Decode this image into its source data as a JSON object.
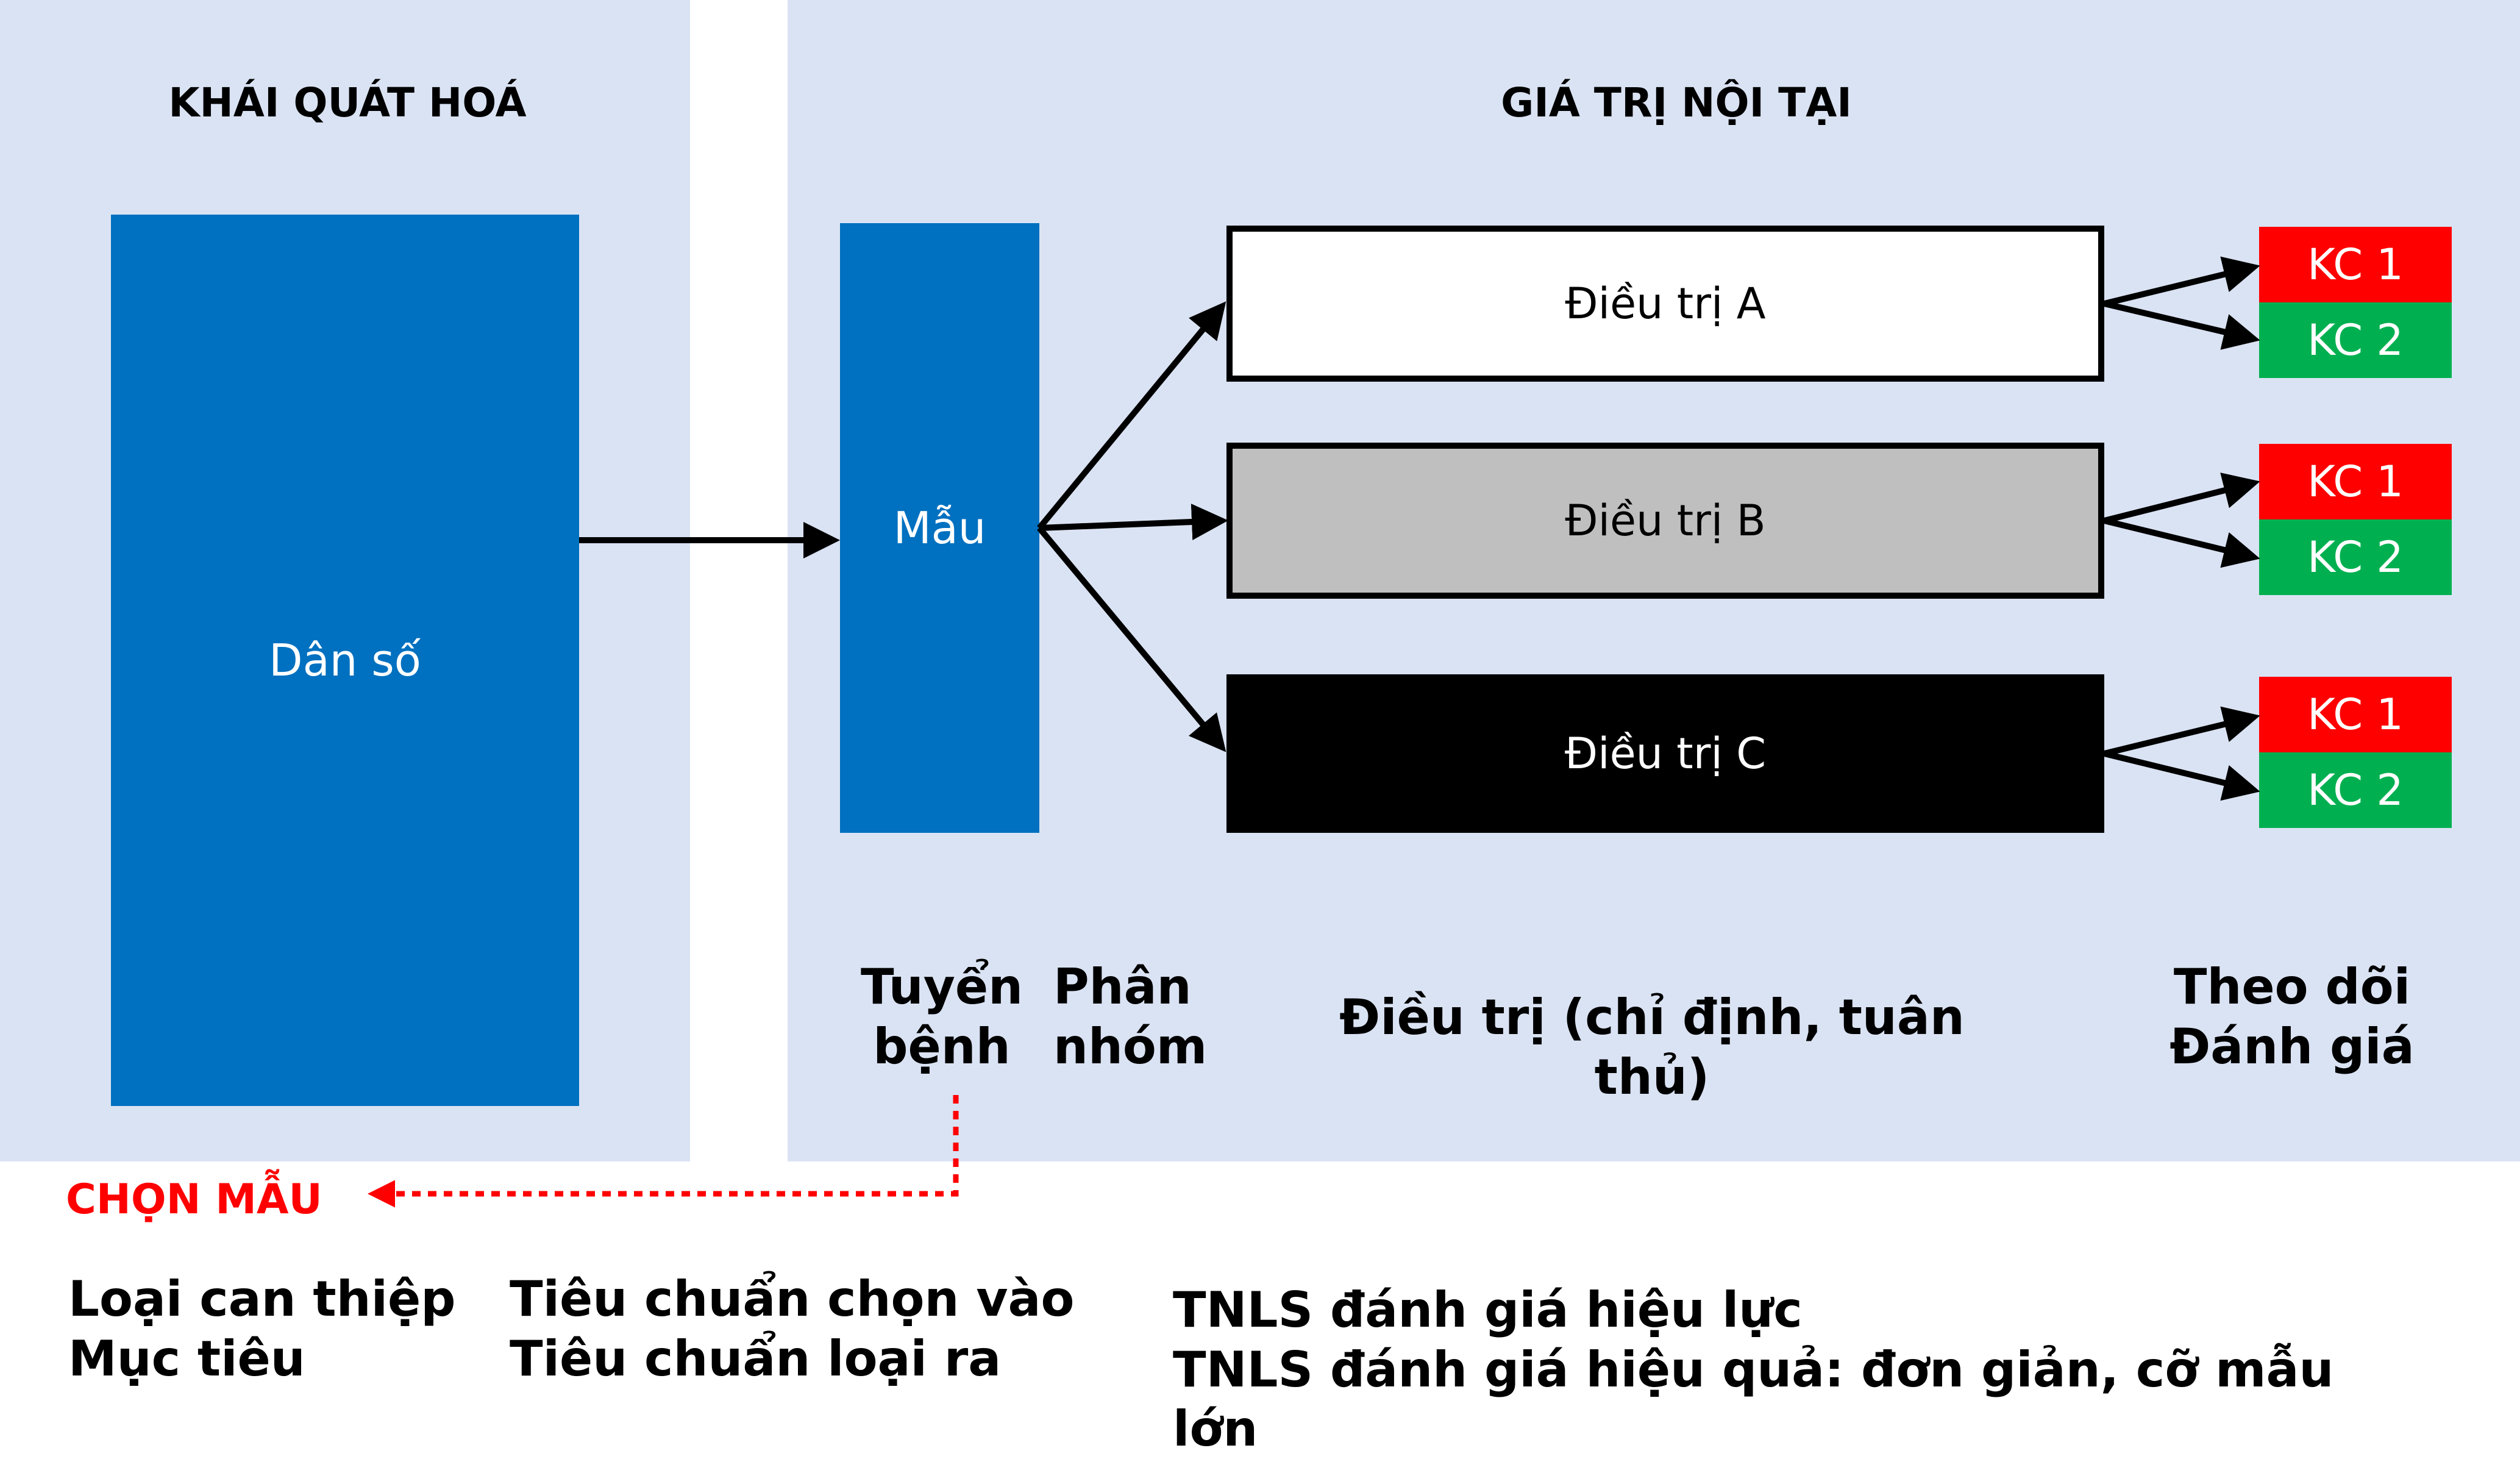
{
  "panels": {
    "left_title": "KHÁI QUÁT HOÁ",
    "right_title": "GIÁ TRỊ NỘI TẠI"
  },
  "population": {
    "label": "Dân số"
  },
  "sample": {
    "label": "Mẫu"
  },
  "treatments": [
    {
      "label": "Điều trị A",
      "style": "white"
    },
    {
      "label": "Điều trị B",
      "style": "gray"
    },
    {
      "label": "Điều trị C",
      "style": "black"
    }
  ],
  "outcomes": {
    "kc1": "KC 1",
    "kc2": "KC 2"
  },
  "stages": {
    "recruit": [
      "Tuyển",
      "bệnh"
    ],
    "group": [
      "Phân",
      "nhóm"
    ],
    "treatment": "Điều trị (chỉ định, tuân thủ)",
    "followup": [
      "Theo dõi",
      "Đánh giá"
    ]
  },
  "sampling_label": "CHỌN MẪU",
  "bottom": {
    "col1": [
      "Loại can thiệp",
      "Mục tiêu"
    ],
    "col2": [
      "Tiêu chuẩn chọn vào",
      "Tiêu chuẩn loại ra"
    ],
    "col3": [
      "TNLS đánh giá hiệu lực",
      "TNLS đánh giá hiệu quả: đơn giản, cỡ mẫu lớn"
    ]
  },
  "colors": {
    "panel_bg": "#dae3f3",
    "blue": "#0070c0",
    "kc_red": "#ff0000",
    "kc_green": "#00b050",
    "gray_box": "#bfbfbf",
    "dotted_red": "#ff0000"
  }
}
